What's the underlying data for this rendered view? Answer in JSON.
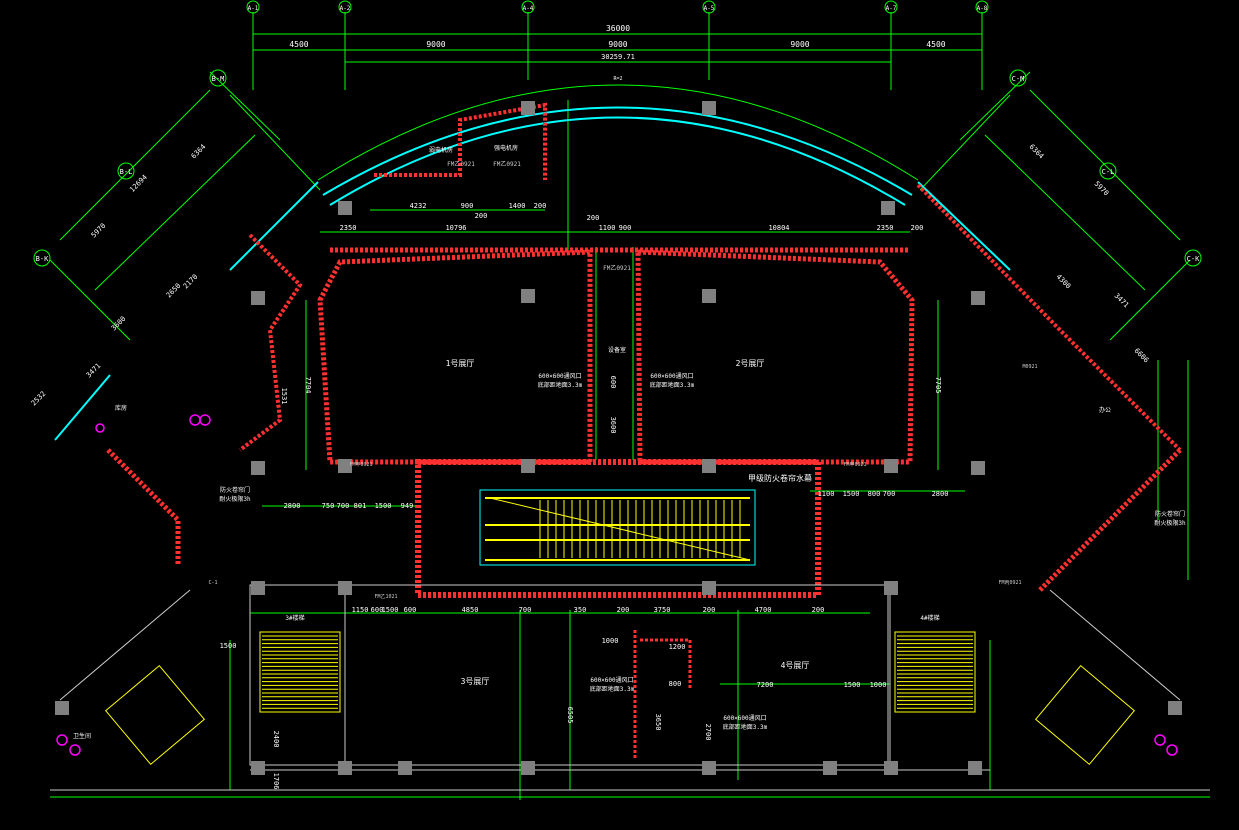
{
  "colors": {
    "background": "#000000",
    "dimension": "#00ff00",
    "wall_fill": "#7a0000",
    "wall_edge": "#ff3030",
    "window": "#00ffff",
    "text": "#ffffff",
    "stair": "#ffff00",
    "column": "#808080",
    "fixture": "#ff00ff"
  },
  "grid_axes": {
    "top": [
      "A-1",
      "A-2",
      "A-4",
      "A-5",
      "A-7",
      "A-8"
    ],
    "left": [
      "B-M",
      "B-L",
      "B-K"
    ],
    "right": [
      "C-M",
      "C-L",
      "C-K"
    ]
  },
  "dimensions": {
    "overall_width": "36000",
    "top_chain": [
      "4500",
      "9000",
      "9000",
      "9000",
      "4500"
    ],
    "arc_length": "30259.71",
    "arc_mark": "R=2",
    "mid_row_left": [
      "4232",
      "900",
      "200",
      "1400",
      "200"
    ],
    "mid_row_total_left": "10796",
    "mid_row_total_right": "10804",
    "mid_row_misc": [
      "2350",
      "200",
      "1100",
      "900",
      "2350",
      "200"
    ],
    "corridor_left": [
      "2800",
      "750",
      "700",
      "801",
      "1500",
      "949"
    ],
    "corridor_right": [
      "1100",
      "1500",
      "800",
      "700",
      "2800"
    ],
    "lower_row": [
      "1150",
      "600",
      "1500",
      "600",
      "4850",
      "700",
      "350",
      "200",
      "3750",
      "200",
      "4700",
      "200"
    ],
    "hall_heights": [
      "7704",
      "7705",
      "3600",
      "600",
      "1531"
    ],
    "left_wing": [
      "12694",
      "5970",
      "6364",
      "2170",
      "2650",
      "3600",
      "3471",
      "2532"
    ],
    "right_wing": [
      "6364",
      "5970",
      "4300",
      "6606",
      "3471"
    ],
    "lower_misc": [
      "1500",
      "1000",
      "1200",
      "800",
      "7200",
      "1500",
      "1000",
      "6505",
      "3650",
      "2700",
      "2400",
      "1706"
    ]
  },
  "rooms": {
    "hall_1": "1号展厅",
    "hall_2": "2号展厅",
    "hall_3": "3号展厅",
    "hall_4": "4号展厅",
    "equipment": "设备室",
    "note_hall_1": "600×600通风口",
    "note_hall_1b": "底部距地面3.3m",
    "note_hall_2": "600×600通风口",
    "note_hall_2b": "底部距地面3.3m",
    "note_hall_3": "600×600通风口",
    "note_hall_3b": "底部距地面3.3m",
    "note_hall_4": "600×600通风口",
    "note_hall_4b": "底部距地面3.3m",
    "fire_curtain": "甲级防火卷帘水幕",
    "left_fire_note": "防火卷帘门",
    "left_fire_note_b": "耐火极限3h",
    "right_fire_note": "防火卷帘门",
    "right_fire_note_b": "耐火极限3h",
    "stair_3": "3#楼梯",
    "stair_4": "4#楼梯",
    "room_top_1": "弱电机房",
    "room_top_2": "强电机房",
    "bath": "卫生间",
    "storage": "库房",
    "office": "办公"
  },
  "door_tags": {
    "fmb": "FM乙0921",
    "fmb2": "FM乙0921",
    "fmb3": "FM乙0921",
    "fma": "FM甲0921",
    "fma2": "FM甲0921",
    "fmb_small": "FM乙1021",
    "m1": "M0921",
    "c1": "C-1",
    "fmc": "FM丙0921"
  }
}
